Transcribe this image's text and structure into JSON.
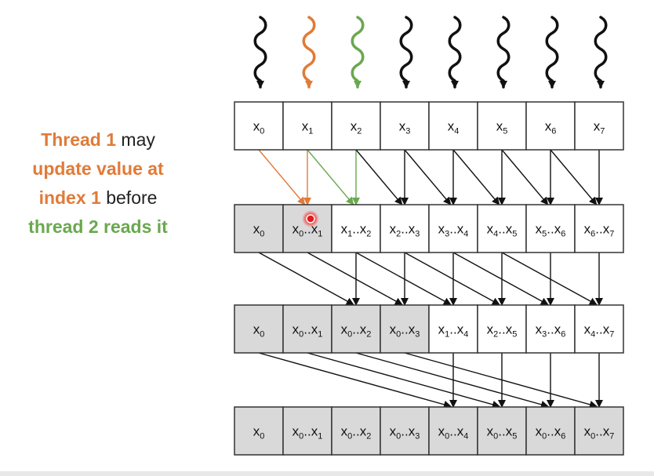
{
  "caption": {
    "line1_highlight": "Thread 1",
    "line1_rest": " may",
    "line2": "update value at",
    "line3_highlight": "index 1",
    "line3_rest": " before",
    "line4": "thread 2 reads it"
  },
  "colors": {
    "thread1": "#e07b39",
    "thread2": "#6aa84f",
    "default_arrow": "#111111",
    "shaded_cell": "#d9d9d9",
    "marker": "#e31b1b"
  },
  "threads": [
    {
      "index": 0,
      "color_key": "default"
    },
    {
      "index": 1,
      "color_key": "thread1"
    },
    {
      "index": 2,
      "color_key": "thread2"
    },
    {
      "index": 3,
      "color_key": "default"
    },
    {
      "index": 4,
      "color_key": "default"
    },
    {
      "index": 5,
      "color_key": "default"
    },
    {
      "index": 6,
      "color_key": "default"
    },
    {
      "index": 7,
      "color_key": "default"
    }
  ],
  "rows": [
    {
      "cells": [
        {
          "base": "x",
          "sub": "0",
          "shaded": false
        },
        {
          "base": "x",
          "sub": "1",
          "shaded": false
        },
        {
          "base": "x",
          "sub": "2",
          "shaded": false
        },
        {
          "base": "x",
          "sub": "3",
          "shaded": false
        },
        {
          "base": "x",
          "sub": "4",
          "shaded": false
        },
        {
          "base": "x",
          "sub": "5",
          "shaded": false
        },
        {
          "base": "x",
          "sub": "6",
          "shaded": false
        },
        {
          "base": "x",
          "sub": "7",
          "shaded": false
        }
      ]
    },
    {
      "cells": [
        {
          "base": "x",
          "sub": "0",
          "shaded": true
        },
        {
          "base": "x",
          "sub": "0",
          "base2": "..x",
          "sub2": "1",
          "shaded": true
        },
        {
          "base": "x",
          "sub": "1",
          "base2": "..x",
          "sub2": "2",
          "shaded": false
        },
        {
          "base": "x",
          "sub": "2",
          "base2": "..x",
          "sub2": "3",
          "shaded": false
        },
        {
          "base": "x",
          "sub": "3",
          "base2": "..x",
          "sub2": "4",
          "shaded": false
        },
        {
          "base": "x",
          "sub": "4",
          "base2": "..x",
          "sub2": "5",
          "shaded": false
        },
        {
          "base": "x",
          "sub": "5",
          "base2": "..x",
          "sub2": "6",
          "shaded": false
        },
        {
          "base": "x",
          "sub": "6",
          "base2": "..x",
          "sub2": "7",
          "shaded": false
        }
      ]
    },
    {
      "cells": [
        {
          "base": "x",
          "sub": "0",
          "shaded": true
        },
        {
          "base": "x",
          "sub": "0",
          "base2": "..x",
          "sub2": "1",
          "shaded": true
        },
        {
          "base": "x",
          "sub": "0",
          "base2": "..x",
          "sub2": "2",
          "shaded": true
        },
        {
          "base": "x",
          "sub": "0",
          "base2": "..x",
          "sub2": "3",
          "shaded": true
        },
        {
          "base": "x",
          "sub": "1",
          "base2": "..x",
          "sub2": "4",
          "shaded": false
        },
        {
          "base": "x",
          "sub": "2",
          "base2": "..x",
          "sub2": "5",
          "shaded": false
        },
        {
          "base": "x",
          "sub": "3",
          "base2": "..x",
          "sub2": "6",
          "shaded": false
        },
        {
          "base": "x",
          "sub": "4",
          "base2": "..x",
          "sub2": "7",
          "shaded": false
        }
      ]
    },
    {
      "cells": [
        {
          "base": "x",
          "sub": "0",
          "shaded": true
        },
        {
          "base": "x",
          "sub": "0",
          "base2": "..x",
          "sub2": "1",
          "shaded": true
        },
        {
          "base": "x",
          "sub": "0",
          "base2": "..x",
          "sub2": "2",
          "shaded": true
        },
        {
          "base": "x",
          "sub": "0",
          "base2": "..x",
          "sub2": "3",
          "shaded": true
        },
        {
          "base": "x",
          "sub": "0",
          "base2": "..x",
          "sub2": "4",
          "shaded": true
        },
        {
          "base": "x",
          "sub": "0",
          "base2": "..x",
          "sub2": "5",
          "shaded": true
        },
        {
          "base": "x",
          "sub": "0",
          "base2": "..x",
          "sub2": "6",
          "shaded": true
        },
        {
          "base": "x",
          "sub": "0",
          "base2": "..x",
          "sub2": "7",
          "shaded": true
        }
      ]
    }
  ],
  "steps": [
    {
      "offset": 1,
      "highlight": {
        "1": "thread1",
        "2": "thread2"
      }
    },
    {
      "offset": 2,
      "highlight": {}
    },
    {
      "offset": 4,
      "highlight": {}
    }
  ],
  "marker": {
    "row": 1,
    "col": 1
  }
}
